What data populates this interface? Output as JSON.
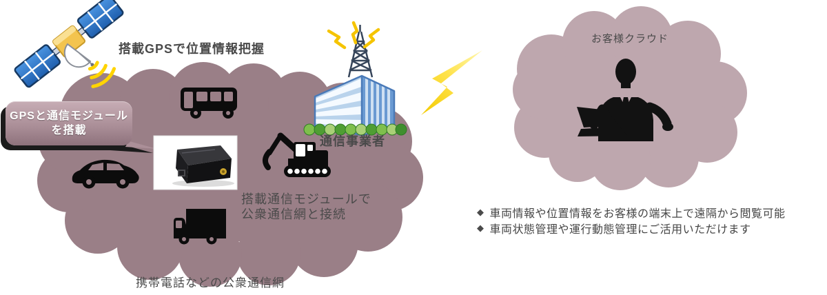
{
  "scene": {
    "satellite_label": "搭載GPSで位置情報把握",
    "callout": {
      "line1": "GPSと通信モジュール",
      "line2": "を搭載"
    },
    "carrier_label": "通信事業者",
    "module_note": {
      "line1": "搭載通信モジュールで",
      "line2": "公衆通信網と接続"
    },
    "network_label": "携帯電話などの公衆通信網",
    "customer_cloud_label": "お客様クラウド",
    "bullets": [
      {
        "marker": "◆",
        "text": "車両情報や位置情報をお客様の端末上で遠隔から閲覧可能"
      },
      {
        "marker": "◆",
        "text": "車両状態管理や運行動態管理にご活用いただけます"
      }
    ],
    "icons": [
      "satellite-icon",
      "radio-waves-icon",
      "bus-icon",
      "car-icon",
      "truck-icon",
      "excavator-icon",
      "gps-module-photo",
      "building-icon",
      "antenna-tower-icon",
      "spark-icons",
      "lightning-bolt-icon",
      "person-laptop-icon"
    ],
    "colors": {
      "cloud_vehicles": "#9a7f87",
      "cloud_customer": "#bea7ae",
      "lightning_yellow": "#f6cf00",
      "text_gray": "#474747",
      "callout_text": "#ffffff",
      "building_blue": "#6a9ad2",
      "tree_green": "#6db33f",
      "satellite_panel_blue": "#2f78c8"
    }
  }
}
